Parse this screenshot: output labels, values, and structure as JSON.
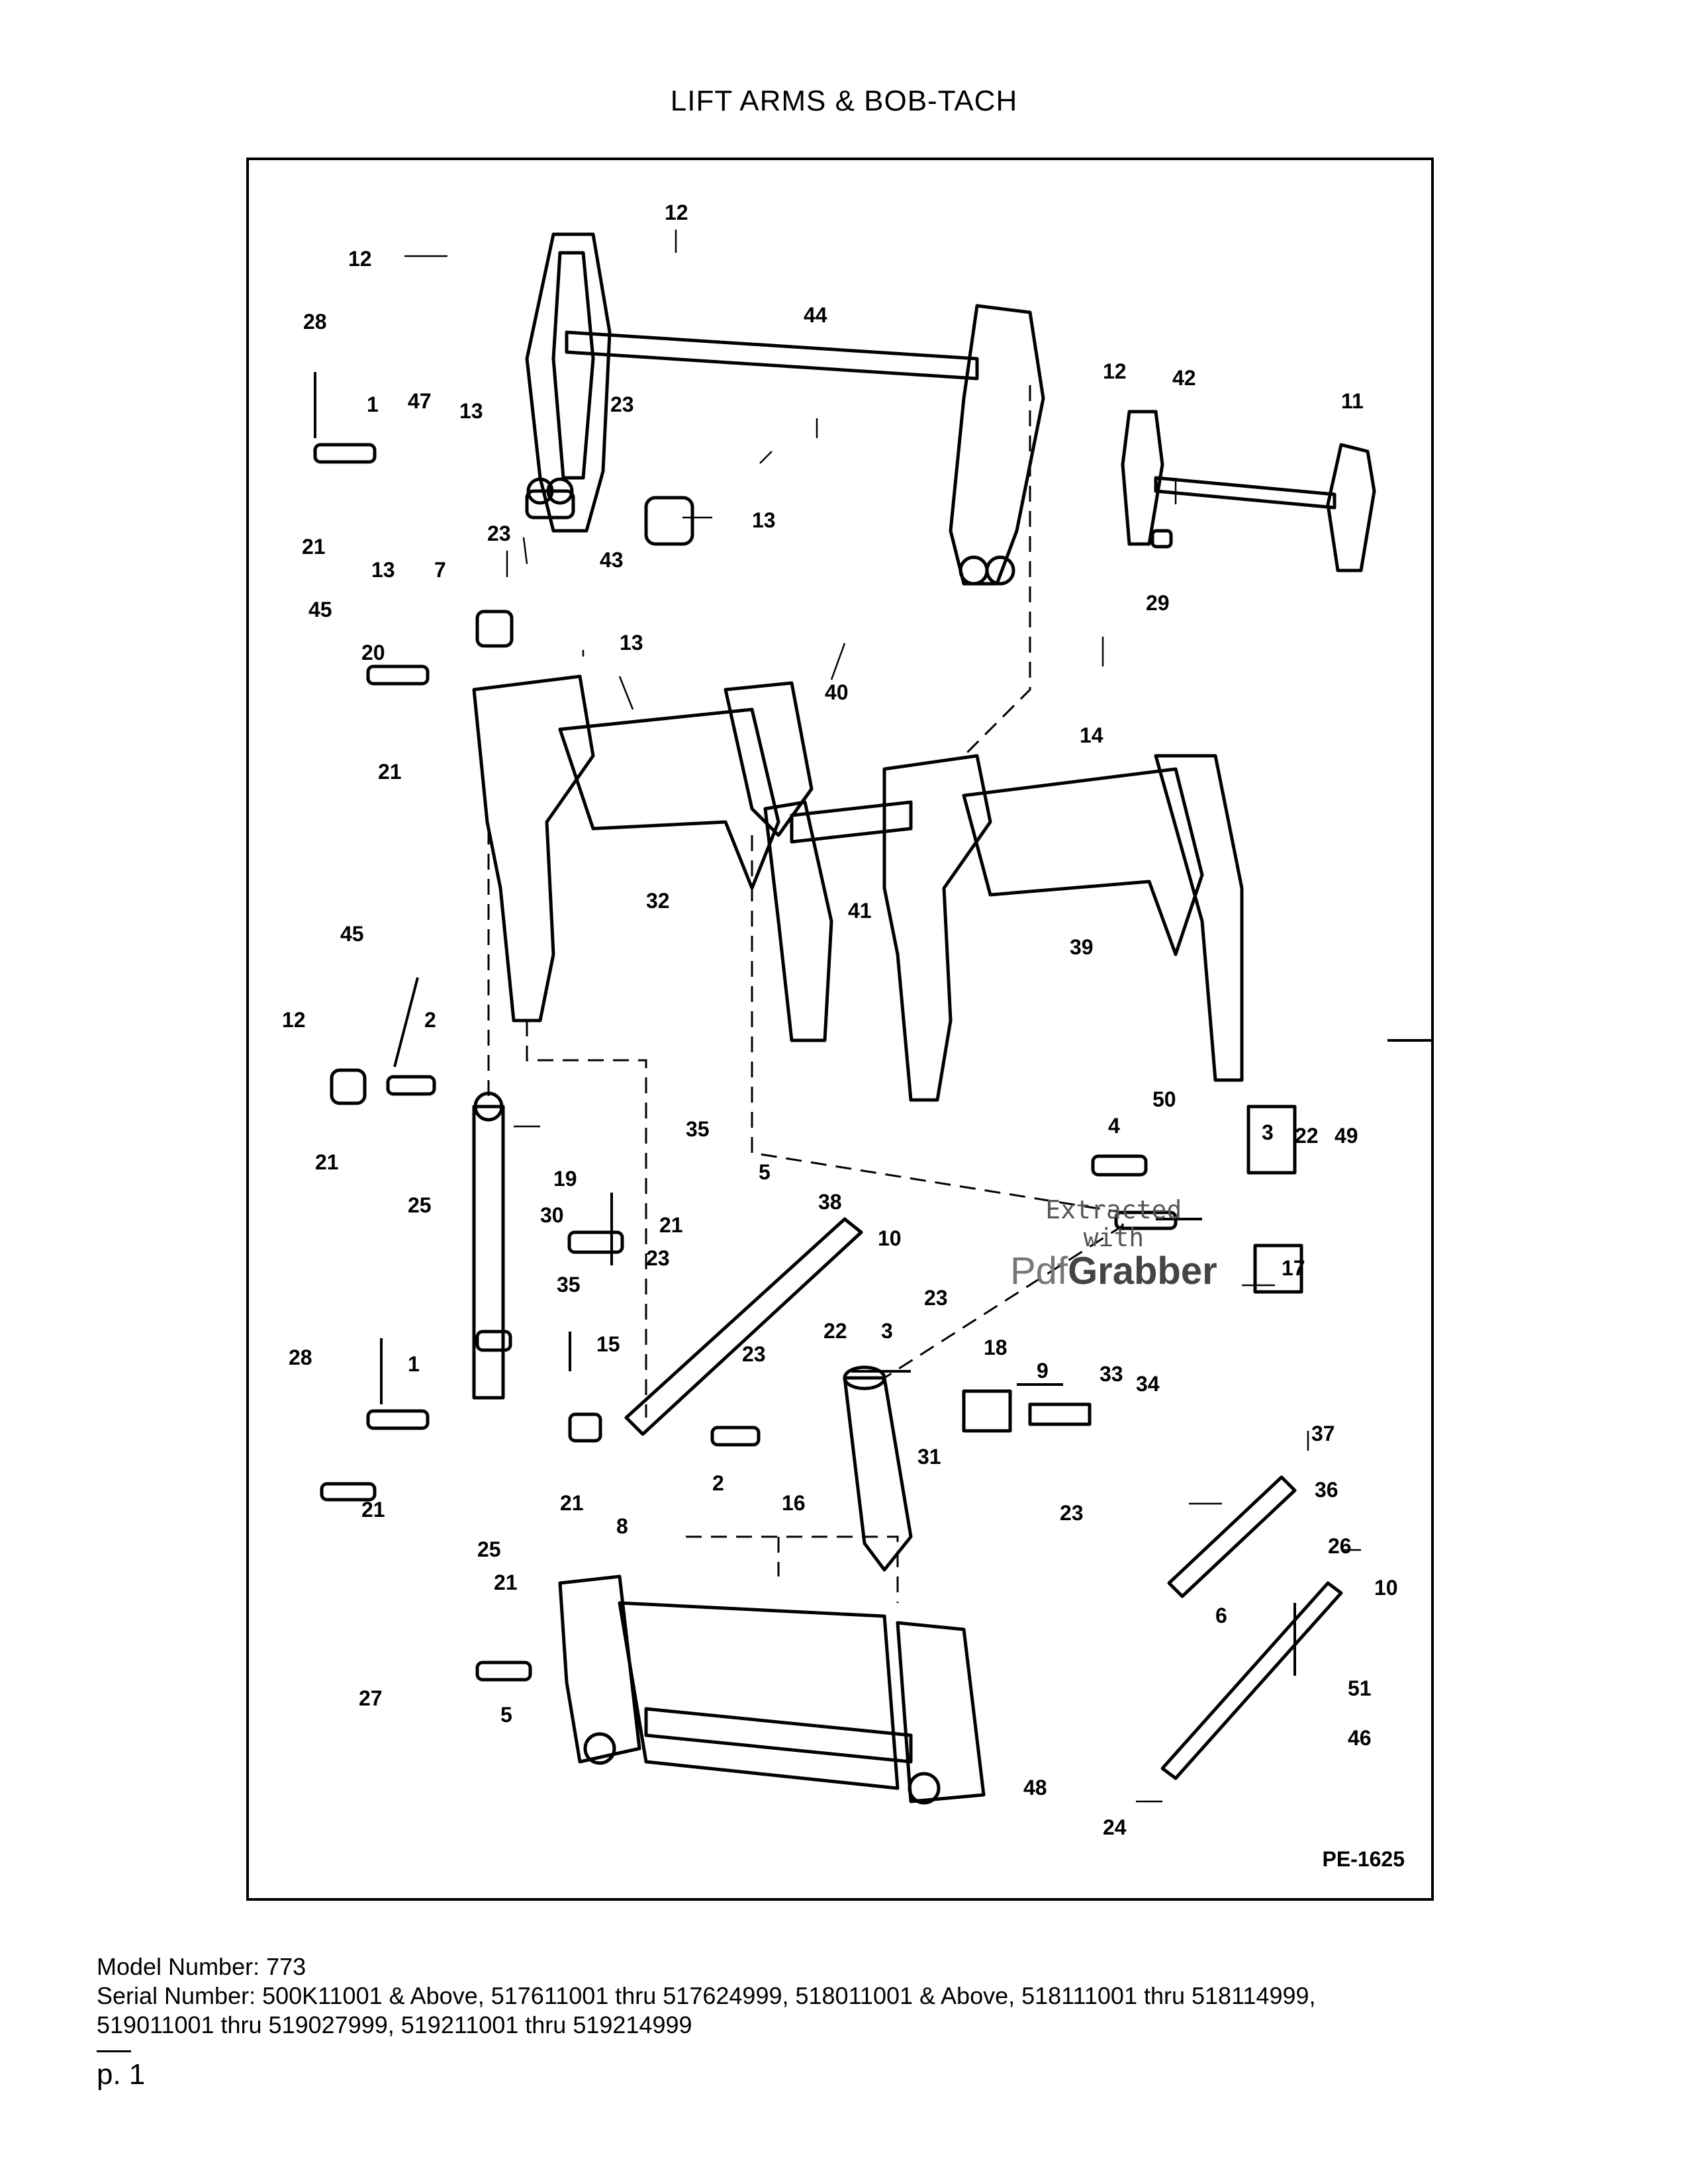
{
  "title": "LIFT ARMS & BOB-TACH",
  "diagram_code": "PE-1625",
  "watermark": {
    "line1": "Extracted",
    "line2": "with",
    "brand_a": "Pdf",
    "brand_b": "Grabber"
  },
  "callouts": [
    "12",
    "12",
    "44",
    "28",
    "1",
    "47",
    "13",
    "23",
    "12",
    "42",
    "11",
    "21",
    "13",
    "43",
    "23",
    "13",
    "7",
    "45",
    "13",
    "20",
    "21",
    "40",
    "14",
    "32",
    "41",
    "39",
    "45",
    "12",
    "2",
    "21",
    "19",
    "25",
    "30",
    "35",
    "5",
    "38",
    "21",
    "10",
    "50",
    "4",
    "3",
    "22",
    "49",
    "17",
    "23",
    "35",
    "15",
    "23",
    "23",
    "22",
    "3",
    "18",
    "9",
    "33",
    "34",
    "37",
    "28",
    "1",
    "21",
    "21",
    "2",
    "16",
    "31",
    "36",
    "23",
    "25",
    "8",
    "26",
    "21",
    "6",
    "10",
    "27",
    "5",
    "51",
    "46",
    "48",
    "24",
    "29"
  ],
  "model": {
    "label": "Model Number:",
    "value": "773"
  },
  "serial": {
    "label": "Serial Number:",
    "line1": "500K11001 & Above, 517611001 thru 517624999, 518011001 & Above, 518111001 thru 518114999,",
    "line2": "519011001 thru 519027999, 519211001 thru 519214999"
  },
  "page_label": "p. 1",
  "colors": {
    "ink": "#000000",
    "paper": "#ffffff"
  }
}
